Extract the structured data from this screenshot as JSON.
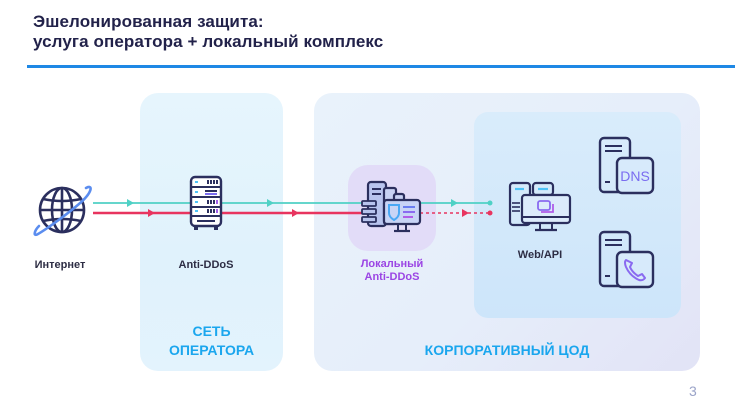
{
  "slide": {
    "title_line1": "Эшелонированная защита:",
    "title_line2": "услуга оператора + локальный комплекс",
    "page_number": "3",
    "accent_color": "#1e88e5"
  },
  "zones": {
    "operator": {
      "label_line1": "СЕТЬ",
      "label_line2": "ОПЕРАТОРА"
    },
    "corporate": {
      "label": "КОРПОРАТИВНЫЙ ЦОД"
    }
  },
  "nodes": {
    "internet": {
      "label": "Интернет",
      "icon": "globe-icon"
    },
    "anti_ddos": {
      "label": "Anti-DDoS",
      "icon": "server-rack-icon"
    },
    "local_anti_ddos": {
      "label_line1": "Локальный",
      "label_line2": "Anti-DDoS",
      "icon": "local-protection-icon"
    },
    "web_api": {
      "label": "Web/API",
      "icon": "web-server-icon"
    },
    "dns": {
      "label": "DNS",
      "icon": "dns-server-icon"
    },
    "telephony": {
      "icon": "phone-server-icon"
    }
  },
  "flows": {
    "legit_color": "#4fd1c5",
    "attack_color": "#e8345f"
  }
}
